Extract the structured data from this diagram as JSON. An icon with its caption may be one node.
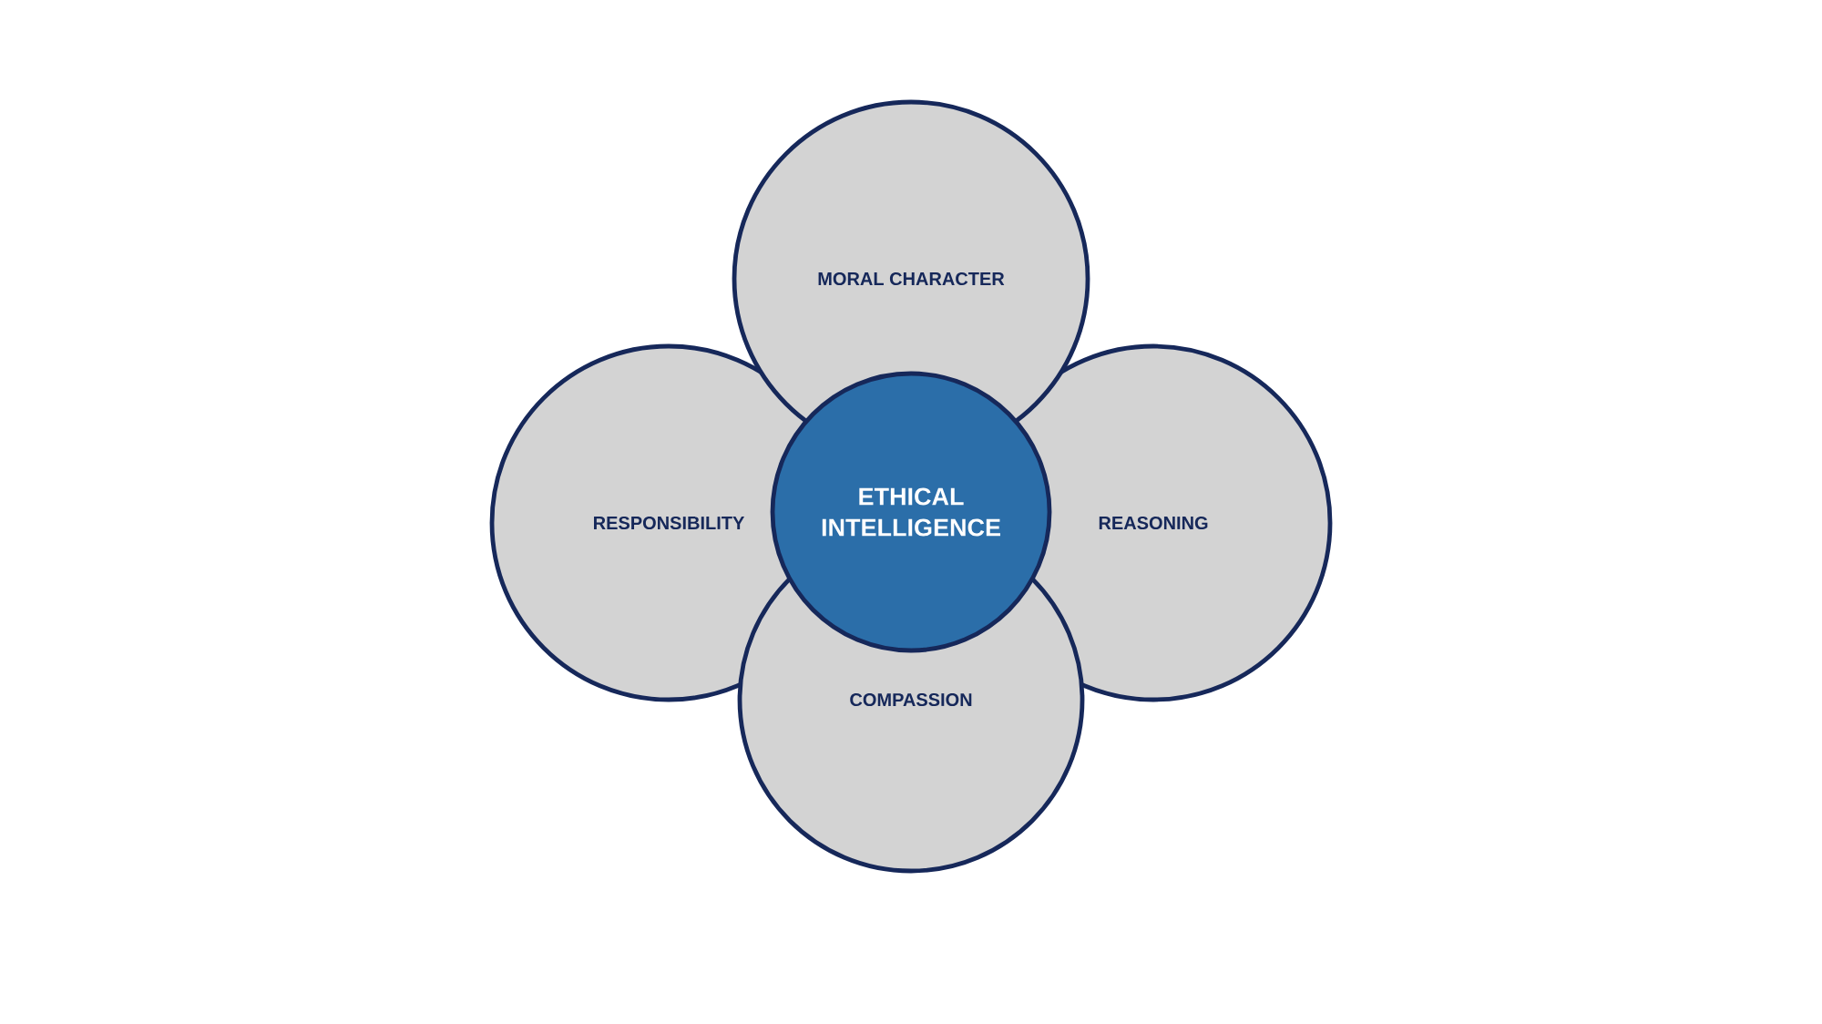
{
  "diagram": {
    "nodes": [
      {
        "text": [
          "MORAL CHARACTER"
        ]
      },
      {
        "text": [
          "RESPONSIBILITY"
        ]
      },
      {
        "text": [
          "REASONING"
        ]
      },
      {
        "text": [
          "COMPASSION"
        ]
      },
      {
        "text": [
          "ETHICAL INTELLIGENCE"
        ]
      }
    ]
  }
}
